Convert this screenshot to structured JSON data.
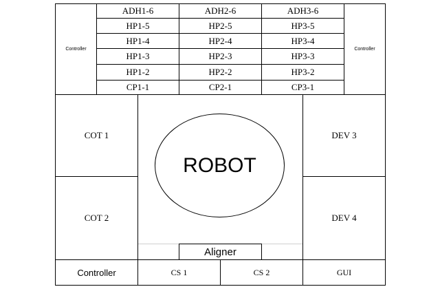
{
  "top_stack": {
    "left_controller": "Controller",
    "right_controller": "Controller",
    "rows": [
      [
        "ADH1-6",
        "ADH2-6",
        "ADH3-6"
      ],
      [
        "HP1-5",
        "HP2-5",
        "HP3-5"
      ],
      [
        "HP1-4",
        "HP2-4",
        "HP3-4"
      ],
      [
        "HP1-3",
        "HP2-3",
        "HP3-3"
      ],
      [
        "HP1-2",
        "HP2-2",
        "HP3-2"
      ],
      [
        "CP1-1",
        "CP2-1",
        "CP3-1"
      ]
    ]
  },
  "left_stations": [
    "COT 1",
    "COT 2"
  ],
  "right_stations": [
    "DEV 3",
    "DEV 4"
  ],
  "robot_label": "ROBOT",
  "aligner_label": "Aligner",
  "bottom_row": {
    "controller": "Controller",
    "cs1": "CS 1",
    "cs2": "CS 2",
    "gui": "GUI"
  }
}
